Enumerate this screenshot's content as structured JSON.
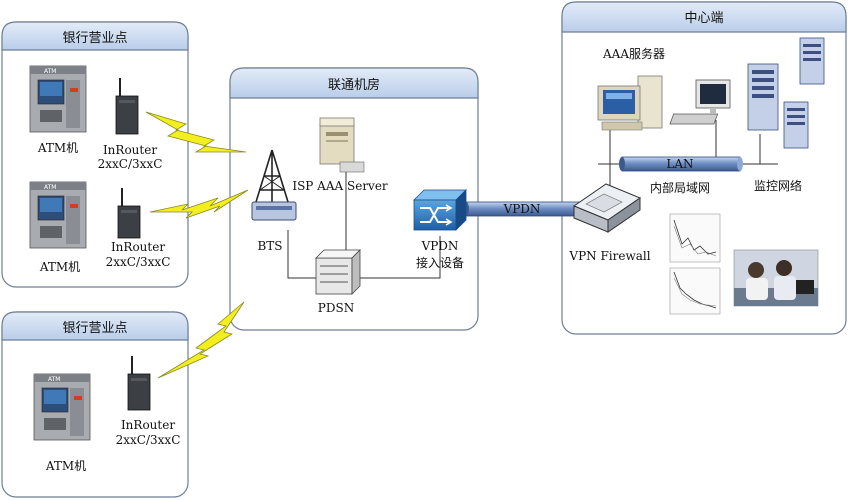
{
  "panels": {
    "bank_top": "银行营业点",
    "bank_bottom": "银行营业点",
    "room": "联通机房",
    "center": "中心端"
  },
  "bank_top": {
    "atm1": "ATM机",
    "atm2": "ATM机",
    "router1": [
      "InRouter",
      "2xxC/3xxC"
    ],
    "router2": [
      "InRouter",
      "2xxC/3xxC"
    ],
    "screen": "ATM"
  },
  "bank_bottom": {
    "atm": "ATM机",
    "router": [
      "InRouter",
      "2xxC/3xxC"
    ],
    "screen": "ATM"
  },
  "room": {
    "isp": "ISP AAA Server",
    "bts": "BTS",
    "pdsn": "PDSN",
    "vpdn_device": [
      "VPDN",
      "接入设备"
    ]
  },
  "link": {
    "vpdn": "VPDN"
  },
  "center": {
    "aaa": "AAA服务器",
    "lan": "LAN",
    "lan_caption": "内部局域网",
    "monitor": "监控网络",
    "firewall": "VPN Firewall"
  },
  "colors": {
    "panel_header": "#c9d9f0",
    "panel_border": "#6f7f95",
    "lightning": "#f3ee1e",
    "tube": "#5f7fb3"
  }
}
